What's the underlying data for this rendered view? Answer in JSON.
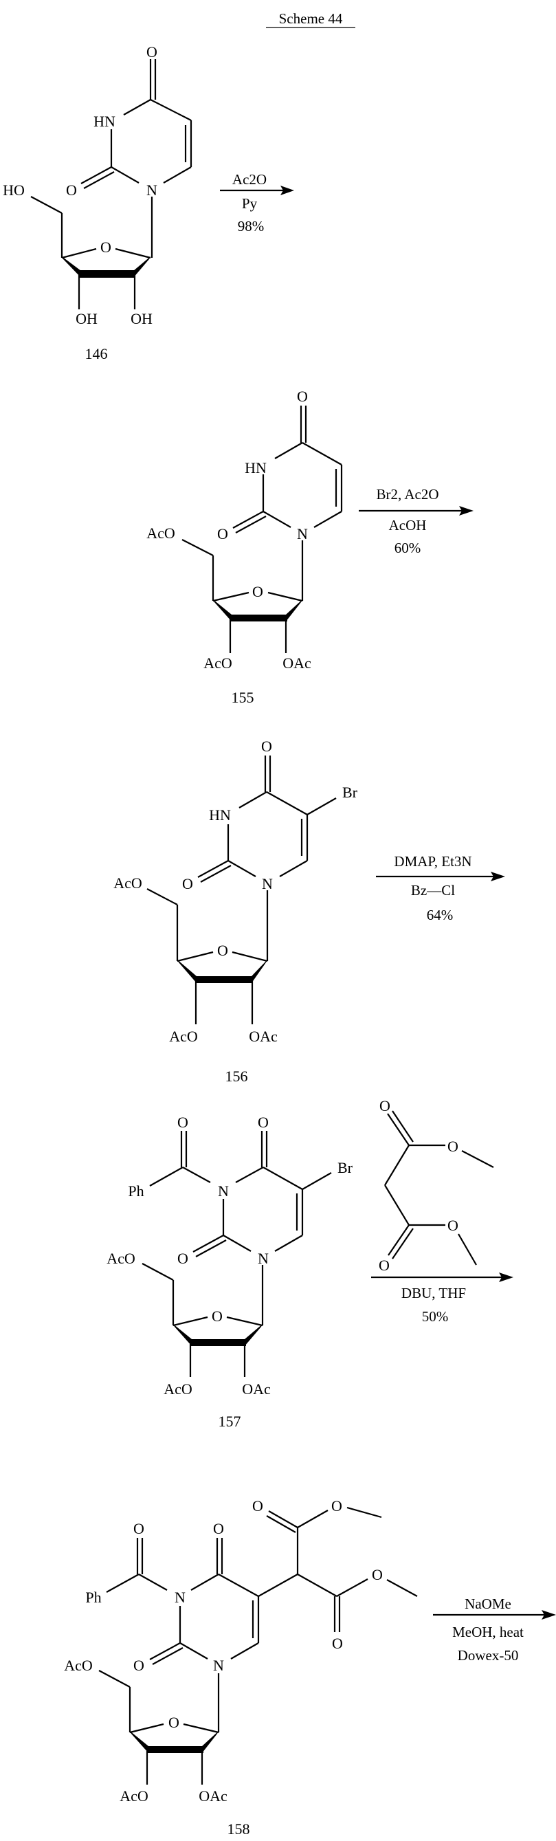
{
  "title": "Scheme 44",
  "colors": {
    "ink": "#000000",
    "background": "#ffffff"
  },
  "compounds": [
    {
      "id": "146",
      "label": "146",
      "atoms": {
        "O4": "O",
        "N3": "HN",
        "O2": "O",
        "N1": "N",
        "O5": "HO",
        "Oring": "O",
        "O3": "OH",
        "O2p": "OH"
      }
    },
    {
      "id": "155",
      "label": "155",
      "atoms": {
        "O4": "O",
        "N3": "HN",
        "O2": "O",
        "N1": "N",
        "O5": "AcO",
        "Oring": "O",
        "O3": "AcO",
        "O2p": "OAc"
      }
    },
    {
      "id": "156",
      "label": "156",
      "atoms": {
        "O4": "O",
        "N3": "HN",
        "O2": "O",
        "N1": "N",
        "Br": "Br",
        "O5": "AcO",
        "Oring": "O",
        "O3": "AcO",
        "O2p": "OAc"
      }
    },
    {
      "id": "157",
      "label": "157",
      "atoms": {
        "Obz": "O",
        "Ph": "Ph",
        "O4": "O",
        "N3": "N",
        "O2": "O",
        "N1": "N",
        "Br": "Br",
        "O5": "AcO",
        "Oring": "O",
        "O3": "AcO",
        "O2p": "OAc"
      }
    },
    {
      "id": "158",
      "label": "158",
      "atoms": {
        "Obz": "O",
        "Ph": "Ph",
        "O4": "O",
        "N3": "N",
        "O2": "O",
        "N1": "N",
        "O5": "AcO",
        "Oring": "O",
        "O3": "AcO",
        "O2p": "OAc",
        "Oc1": "O",
        "Oe1": "O",
        "Oc2": "O",
        "Oe2": "O"
      }
    }
  ],
  "reagent_malonate": {
    "name": "dimethyl malonate",
    "Oc1": "O",
    "Oe1": "O",
    "Oc2": "O",
    "Oe2": "O"
  },
  "reactions": [
    {
      "from": "146",
      "to": "155",
      "above": "Ac2O",
      "below": [
        "Py",
        "98%"
      ],
      "yield": "98%"
    },
    {
      "from": "155",
      "to": "156",
      "above": "Br2, Ac2O",
      "below": [
        "AcOH",
        "60%"
      ],
      "yield": "60%"
    },
    {
      "from": "156",
      "to": "157",
      "above": "DMAP, Et3N",
      "below": [
        "Bz—Cl",
        "64%"
      ],
      "yield": "64%"
    },
    {
      "from": "157",
      "to": "158",
      "above": "dimethyl malonate (structure)",
      "below": [
        "DBU, THF",
        "50%"
      ],
      "yield": "50%"
    },
    {
      "from": "158",
      "to": "",
      "above": "NaOMe",
      "below": [
        "MeOH, heat",
        "Dowex-50"
      ],
      "yield": ""
    }
  ]
}
